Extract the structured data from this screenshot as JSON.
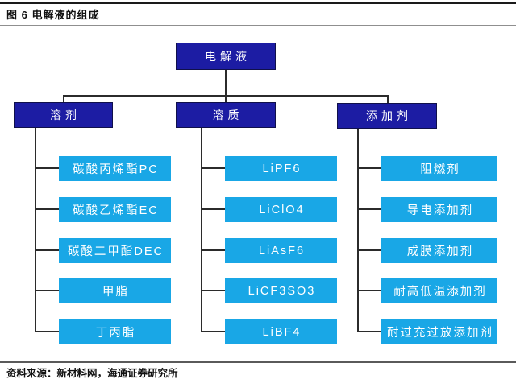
{
  "header": {
    "title": "图 6  电解液的组成"
  },
  "footer": {
    "source": "资料来源：新材料网，海通证券研究所"
  },
  "colors": {
    "parent_box": "#1c1ca3",
    "child_box": "#19a7e6",
    "connector": "#2b2b2b",
    "text": "#ffffff"
  },
  "tree": {
    "root": {
      "label": "电解液"
    },
    "columns": [
      {
        "label": "溶剂",
        "children": [
          "碳酸丙烯酯PC",
          "碳酸乙烯酯EC",
          "碳酸二甲酯DEC",
          "甲脂",
          "丁丙脂"
        ]
      },
      {
        "label": "溶质",
        "children": [
          "LiPF6",
          "LiClO4",
          "LiAsF6",
          "LiCF3SO3",
          "LiBF4"
        ]
      },
      {
        "label": "添加剂",
        "children": [
          "阻燃剂",
          "导电添加剂",
          "成膜添加剂",
          "耐高低温添加剂",
          "耐过充过放添加剂"
        ]
      }
    ]
  }
}
